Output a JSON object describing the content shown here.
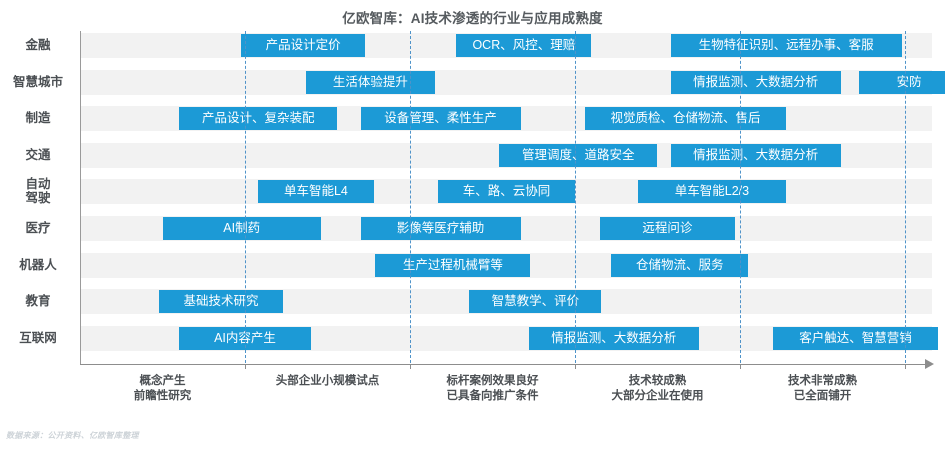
{
  "chart_data": {
    "type": "table",
    "title": "亿欧智库：AI技术渗透的行业与应用成熟度",
    "xlabel": "",
    "ylabel": "",
    "grid": false,
    "legend": "none",
    "stage_count": 5,
    "stages": [
      {
        "index": 1,
        "label": "概念产生\n前瞻性研究"
      },
      {
        "index": 2,
        "label": "头部企业小规模试点"
      },
      {
        "index": 3,
        "label": "标杆案例效果良好\n已具备向推广条件"
      },
      {
        "index": 4,
        "label": "技术较成熟\n大部分企业在使用"
      },
      {
        "index": 5,
        "label": "技术非常成熟\n已全面铺开"
      }
    ],
    "categories": [
      "金融",
      "智慧城市",
      "制造",
      "交通",
      "自动\n驾驶",
      "医疗",
      "机器人",
      "教育",
      "互联网"
    ],
    "rows": [
      {
        "category": "金融",
        "items": [
          {
            "label": "产品设计定价",
            "start": 0.975,
            "end": 1.73
          },
          {
            "label": "OCR、风控、理赔",
            "start": 2.28,
            "end": 3.1
          },
          {
            "label": "生物特征识别、远程办事、客服",
            "start": 3.58,
            "end": 4.98
          }
        ]
      },
      {
        "category": "智慧城市",
        "items": [
          {
            "label": "生活体验提升",
            "start": 1.37,
            "end": 2.15
          },
          {
            "label": "情报监测、大数据分析",
            "start": 3.58,
            "end": 4.61
          },
          {
            "label": "安防",
            "start": 4.72,
            "end": 5.33
          }
        ]
      },
      {
        "category": "制造",
        "items": [
          {
            "label": "产品设计、复杂装配",
            "start": 0.6,
            "end": 1.56
          },
          {
            "label": "设备管理、柔性生产",
            "start": 1.7,
            "end": 2.67
          },
          {
            "label": "视觉质检、仓储物流、售后",
            "start": 3.06,
            "end": 4.28
          }
        ]
      },
      {
        "category": "交通",
        "items": [
          {
            "label": "管理调度、道路安全",
            "start": 2.54,
            "end": 3.5
          },
          {
            "label": "情报监测、大数据分析",
            "start": 3.58,
            "end": 4.61
          }
        ]
      },
      {
        "category": "自动\n驾驶",
        "items": [
          {
            "label": "单车智能L4",
            "start": 1.08,
            "end": 1.78
          },
          {
            "label": "车、路、云协同",
            "start": 2.17,
            "end": 3.0
          },
          {
            "label": "单车智能L2/3",
            "start": 3.38,
            "end": 4.28
          }
        ]
      },
      {
        "category": "医疗",
        "items": [
          {
            "label": "AI制药",
            "start": 0.5,
            "end": 1.46
          },
          {
            "label": "影像等医疗辅助",
            "start": 1.7,
            "end": 2.67
          },
          {
            "label": "远程问诊",
            "start": 3.15,
            "end": 3.97
          }
        ]
      },
      {
        "category": "机器人",
        "items": [
          {
            "label": "生产过程机械臂等",
            "start": 1.79,
            "end": 2.73
          },
          {
            "label": "仓储物流、服务",
            "start": 3.22,
            "end": 4.05
          }
        ]
      },
      {
        "category": "教育",
        "items": [
          {
            "label": "基础技术研究",
            "start": 0.48,
            "end": 1.23
          },
          {
            "label": "智慧教学、评价",
            "start": 2.36,
            "end": 3.16
          }
        ]
      },
      {
        "category": "互联网",
        "items": [
          {
            "label": "AI内容产生",
            "start": 0.6,
            "end": 1.4
          },
          {
            "label": "情报监测、大数据分析",
            "start": 2.72,
            "end": 3.75
          },
          {
            "label": "客户触达、智慧营销",
            "start": 4.2,
            "end": 5.2
          }
        ]
      }
    ],
    "colors": {
      "bar": "#1c9ad6",
      "band": "#f2f2f2",
      "divider": "#4f93c9",
      "axis": "#8d8d8d",
      "text": "#4b4f53"
    }
  },
  "footer": {
    "source": "数据来源：公开资料、亿欧智库整理"
  }
}
